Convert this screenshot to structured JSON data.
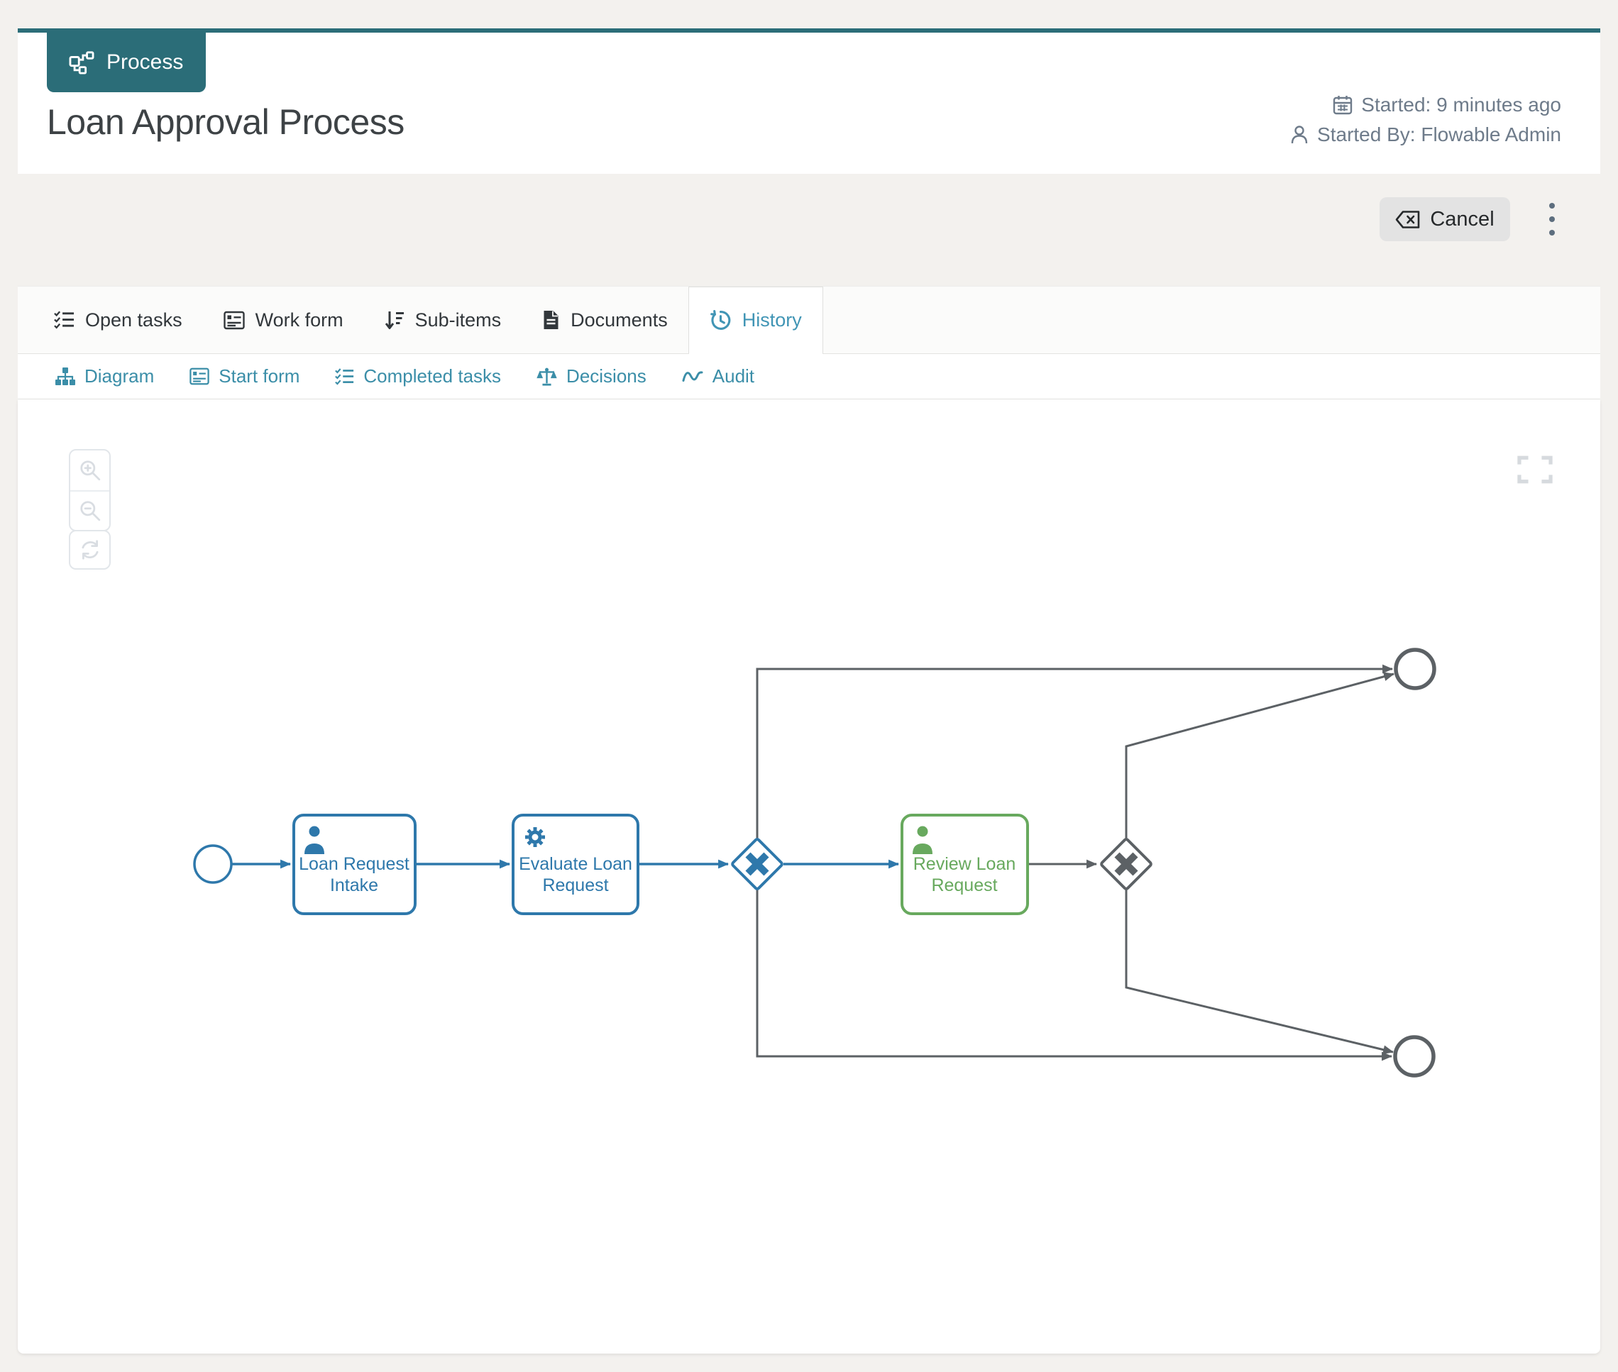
{
  "badge": {
    "label": "Process"
  },
  "header": {
    "title": "Loan Approval Process",
    "started": "Started: 9 minutes ago",
    "started_by": "Started By: Flowable Admin"
  },
  "toolbar": {
    "cancel": "Cancel"
  },
  "tabs": [
    {
      "label": "Open tasks",
      "icon": "tasks-icon",
      "active": false
    },
    {
      "label": "Work form",
      "icon": "form-icon",
      "active": false
    },
    {
      "label": "Sub-items",
      "icon": "sort-icon",
      "active": false
    },
    {
      "label": "Documents",
      "icon": "document-icon",
      "active": false
    },
    {
      "label": "History",
      "icon": "history-icon",
      "active": true
    }
  ],
  "subtabs": [
    {
      "label": "Diagram",
      "icon": "sitemap-icon"
    },
    {
      "label": "Start form",
      "icon": "form-icon"
    },
    {
      "label": "Completed tasks",
      "icon": "tasks-icon"
    },
    {
      "label": "Decisions",
      "icon": "scale-icon"
    },
    {
      "label": "Audit",
      "icon": "wave-icon"
    }
  ],
  "diagram": {
    "nodes": {
      "loan_request_intake": {
        "type": "user-task",
        "line1": "Loan Request",
        "line2": "Intake",
        "state": "completed"
      },
      "evaluate_loan_request": {
        "type": "service-task",
        "line1": "Evaluate Loan",
        "line2": "Request",
        "state": "completed"
      },
      "review_loan_request": {
        "type": "user-task",
        "line1": "Review Loan",
        "line2": "Request",
        "state": "active"
      }
    },
    "events": {
      "start": 1,
      "end": 2
    },
    "gateways": {
      "exclusive": 2
    }
  },
  "colors": {
    "accent_teal": "#2b6d78",
    "active_tab_blue": "#4195b5",
    "subtab_teal": "#3b8ea8",
    "bpmn_completed_blue": "#2e78ab",
    "bpmn_active_green": "#68a95e",
    "bpmn_neutral_grey": "#5c6165",
    "meta_grey": "#6e7b8a",
    "page_bg": "#f3f1ee"
  }
}
